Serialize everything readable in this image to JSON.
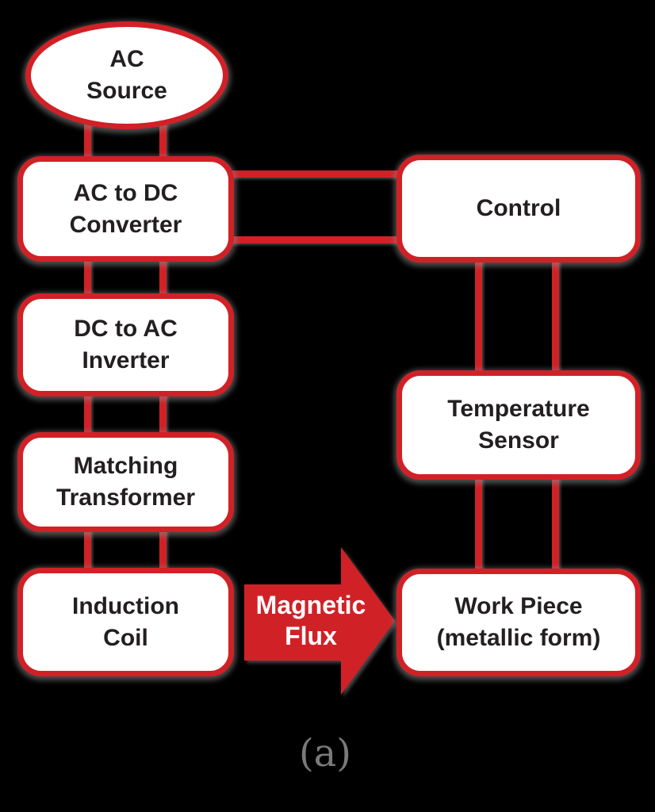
{
  "colors": {
    "background": "#000000",
    "node-fill": "#ffffff",
    "accent-red": "#d02127",
    "text": "#231f20",
    "arrow-text": "#ffffff",
    "caption": "#7a7a7a"
  },
  "nodes": [
    {
      "id": "ac-source",
      "shape": "ellipse",
      "label": "AC\nSource"
    },
    {
      "id": "ac-to-dc-converter",
      "shape": "rounded-rect",
      "label": "AC to DC\nConverter"
    },
    {
      "id": "dc-to-ac-inverter",
      "shape": "rounded-rect",
      "label": "DC to AC\nInverter"
    },
    {
      "id": "matching-transformer",
      "shape": "rounded-rect",
      "label": "Matching\nTransformer"
    },
    {
      "id": "induction-coil",
      "shape": "rounded-rect",
      "label": "Induction\nCoil"
    },
    {
      "id": "control",
      "shape": "rounded-rect",
      "label": "Control"
    },
    {
      "id": "temperature-sensor",
      "shape": "rounded-rect",
      "label": "Temperature\nSensor"
    },
    {
      "id": "work-piece",
      "shape": "rounded-rect",
      "label": "Work Piece\n(metallic form)"
    }
  ],
  "arrow": {
    "label": "Magnetic\nFlux",
    "direction": "right"
  },
  "caption": {
    "label": "(a)"
  }
}
